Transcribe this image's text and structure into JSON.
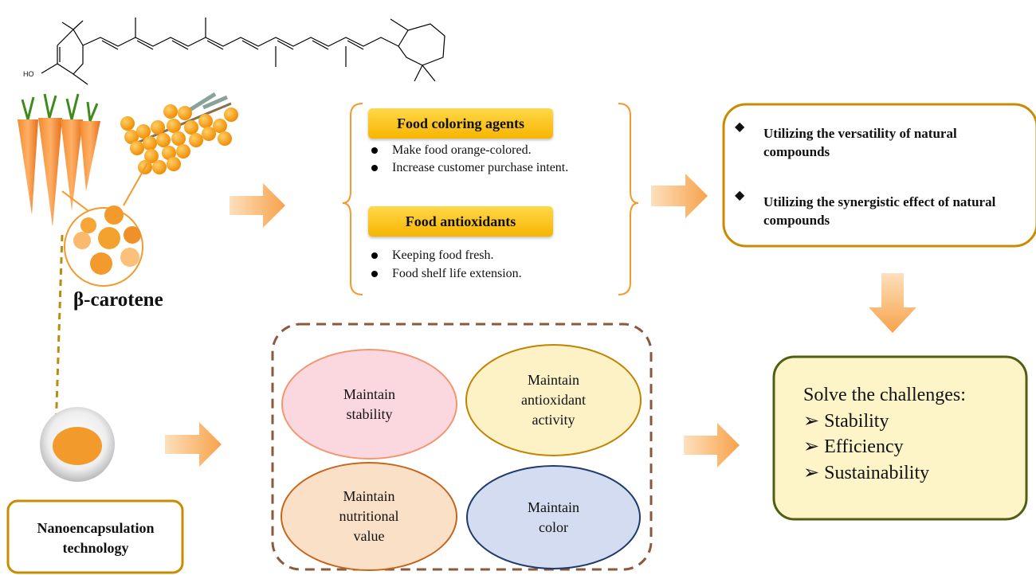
{
  "molecule": {
    "label": "HO"
  },
  "compound": {
    "name": "β-carotene"
  },
  "technology": {
    "label": "Nanoencapsulation technology"
  },
  "applications": [
    {
      "title": "Food coloring agents",
      "items": [
        "Make food orange-colored.",
        "Increase customer purchase intent."
      ]
    },
    {
      "title": "Food antioxidants",
      "items": [
        "Keeping food fresh.",
        "Food shelf life extension."
      ]
    }
  ],
  "benefits": [
    "Utilizing the versatility of natural compounds",
    "Utilizing the synergistic effect of natural compounds"
  ],
  "effects": [
    {
      "label": "Maintain stability"
    },
    {
      "label": "Maintain antioxidant activity"
    },
    {
      "label": "Maintain nutritional value"
    },
    {
      "label": "Maintain color"
    }
  ],
  "challenges": {
    "title": "Solve the challenges:",
    "items": [
      "Stability",
      "Efficiency",
      "Sustainability"
    ]
  },
  "colors": {
    "orange": "#f39a2c",
    "arrow": "#f9a94f",
    "gold": "#c98b00",
    "olive": "#4f5f14",
    "navy": "#1f3a6b"
  }
}
